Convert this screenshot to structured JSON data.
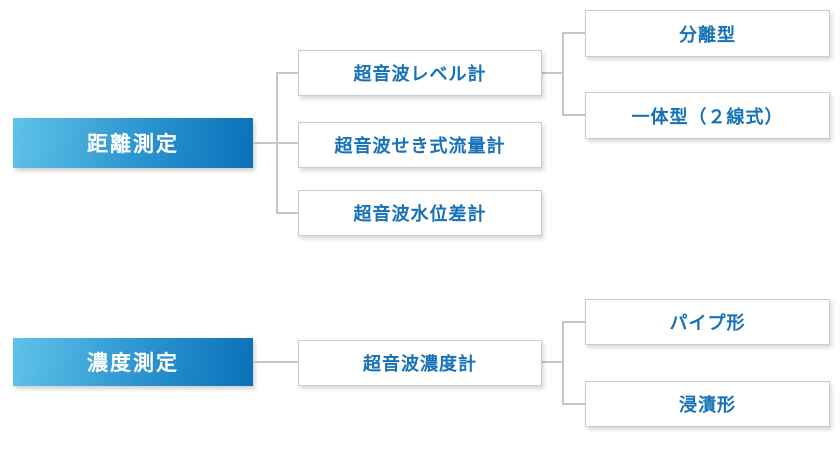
{
  "diagram": {
    "title": "ultrasonic-measurement-product-tree",
    "groups": [
      {
        "root": {
          "label": "距離測定"
        },
        "children": [
          {
            "label": "超音波レベル計"
          },
          {
            "label": "超音波せき式流量計"
          },
          {
            "label": "超音波水位差計"
          }
        ],
        "grandchildren": [
          {
            "label": "分離型"
          },
          {
            "label": "一体型（２線式）"
          }
        ]
      },
      {
        "root": {
          "label": "濃度測定"
        },
        "children": [
          {
            "label": "超音波濃度計"
          }
        ],
        "grandchildren": [
          {
            "label": "パイプ形"
          },
          {
            "label": "浸漬形"
          }
        ]
      }
    ],
    "colors": {
      "root_gradient_start": "#5fc3e9",
      "root_gradient_end": "#0a70b9",
      "root_text": "#ffffff",
      "node_text": "#1571b8",
      "node_border": "#cccccc",
      "connector": "#c5c5c5",
      "background": "#ffffff"
    }
  }
}
